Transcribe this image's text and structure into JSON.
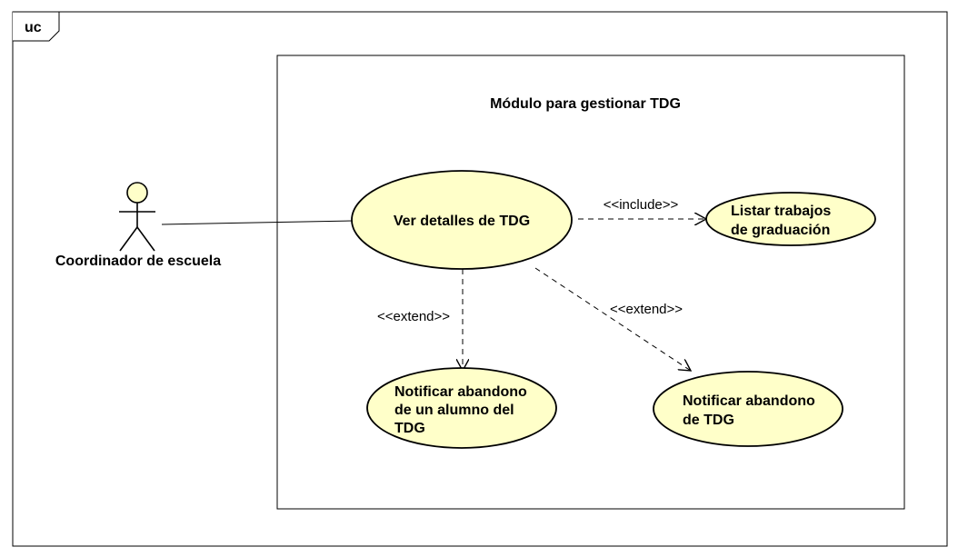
{
  "frame": {
    "tag": "uc"
  },
  "system": {
    "title": "Módulo para gestionar TDG"
  },
  "actor": {
    "name": "Coordinador de escuela",
    "icon": "stick-figure-icon"
  },
  "use_cases": {
    "ver_detalles": [
      "Ver detalles de TDG"
    ],
    "listar": [
      "Listar trabajos",
      "de graduación"
    ],
    "notificar_alumno": [
      "Notificar abandono",
      "de un alumno del",
      "TDG"
    ],
    "notificar_tdg": [
      "Notificar abandono",
      "de TDG"
    ]
  },
  "relations": {
    "include": "<<include>>",
    "extend_left": "<<extend>>",
    "extend_right": "<<extend>>"
  },
  "colors": {
    "usecase_fill": "#FFFFC9",
    "actor_fill": "#FFFFC9",
    "line": "#000000"
  }
}
